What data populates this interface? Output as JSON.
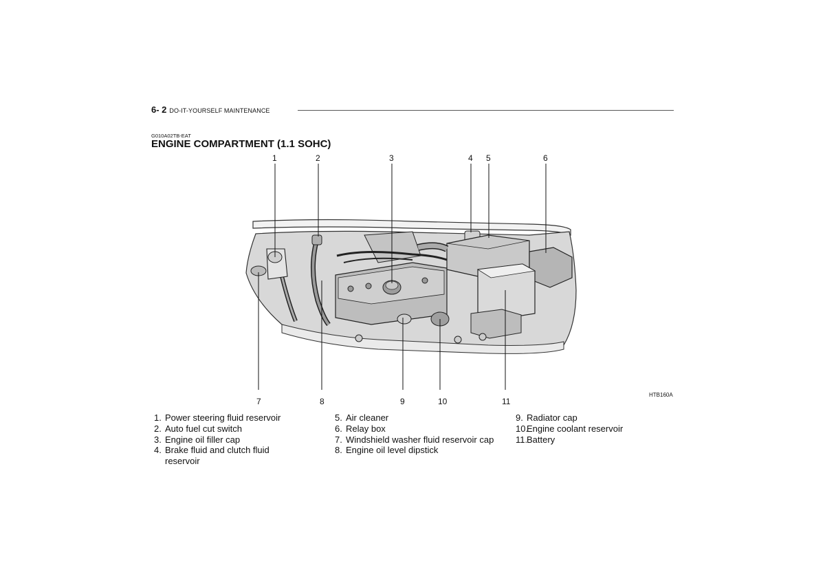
{
  "header": {
    "page_number": "6- 2",
    "section": "DO-IT-YOURSELF MAINTENANCE"
  },
  "doc_code": "G010A02TB-EAT",
  "title": "ENGINE COMPARTMENT (1.1 SOHC)",
  "figure": {
    "code": "HTB160A",
    "top_callouts": [
      "1",
      "2",
      "3",
      "4",
      "5",
      "6"
    ],
    "bottom_callouts": [
      "7",
      "8",
      "9",
      "10",
      "11"
    ]
  },
  "legend": {
    "col1": [
      {
        "num": "1.",
        "text": "Power steering fluid reservoir"
      },
      {
        "num": "2.",
        "text": "Auto fuel cut switch"
      },
      {
        "num": "3.",
        "text": "Engine oil filler cap"
      },
      {
        "num": "4.",
        "text": "Brake fluid and clutch fluid reservoir"
      }
    ],
    "col2": [
      {
        "num": "5.",
        "text": "Air cleaner"
      },
      {
        "num": "6.",
        "text": "Relay box"
      },
      {
        "num": "7.",
        "text": "Windshield washer fluid reservoir cap"
      },
      {
        "num": "8.",
        "text": "Engine oil level dipstick"
      }
    ],
    "col3": [
      {
        "num": "9.",
        "text": "Radiator cap"
      },
      {
        "num": "10.",
        "text": "Engine coolant reservoir"
      },
      {
        "num": "11.",
        "text": "Battery"
      }
    ]
  }
}
